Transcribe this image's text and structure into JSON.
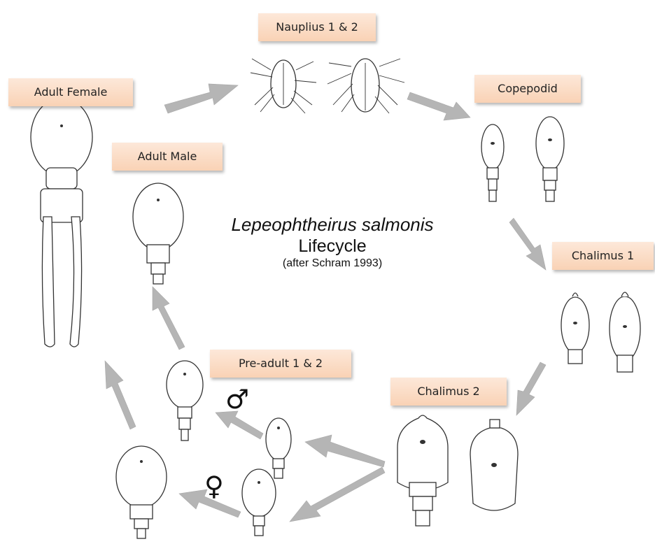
{
  "diagram": {
    "species": "Lepeophtheirus salmonis",
    "title": "Lifecycle",
    "source_note": "(after Schram 1993)"
  },
  "stages": {
    "nauplius": "Nauplius 1 & 2",
    "copepodid": "Copepodid",
    "chalimus1": "Chalimus 1",
    "chalimus2": "Chalimus 2",
    "preadult": "Pre-adult 1 & 2",
    "adult_male": "Adult Male",
    "adult_female": "Adult Female"
  },
  "symbols": {
    "male": "♂",
    "female": "♀"
  },
  "colors": {
    "label_fill": "#f9d2b5",
    "arrow": "#b5b5b5"
  }
}
